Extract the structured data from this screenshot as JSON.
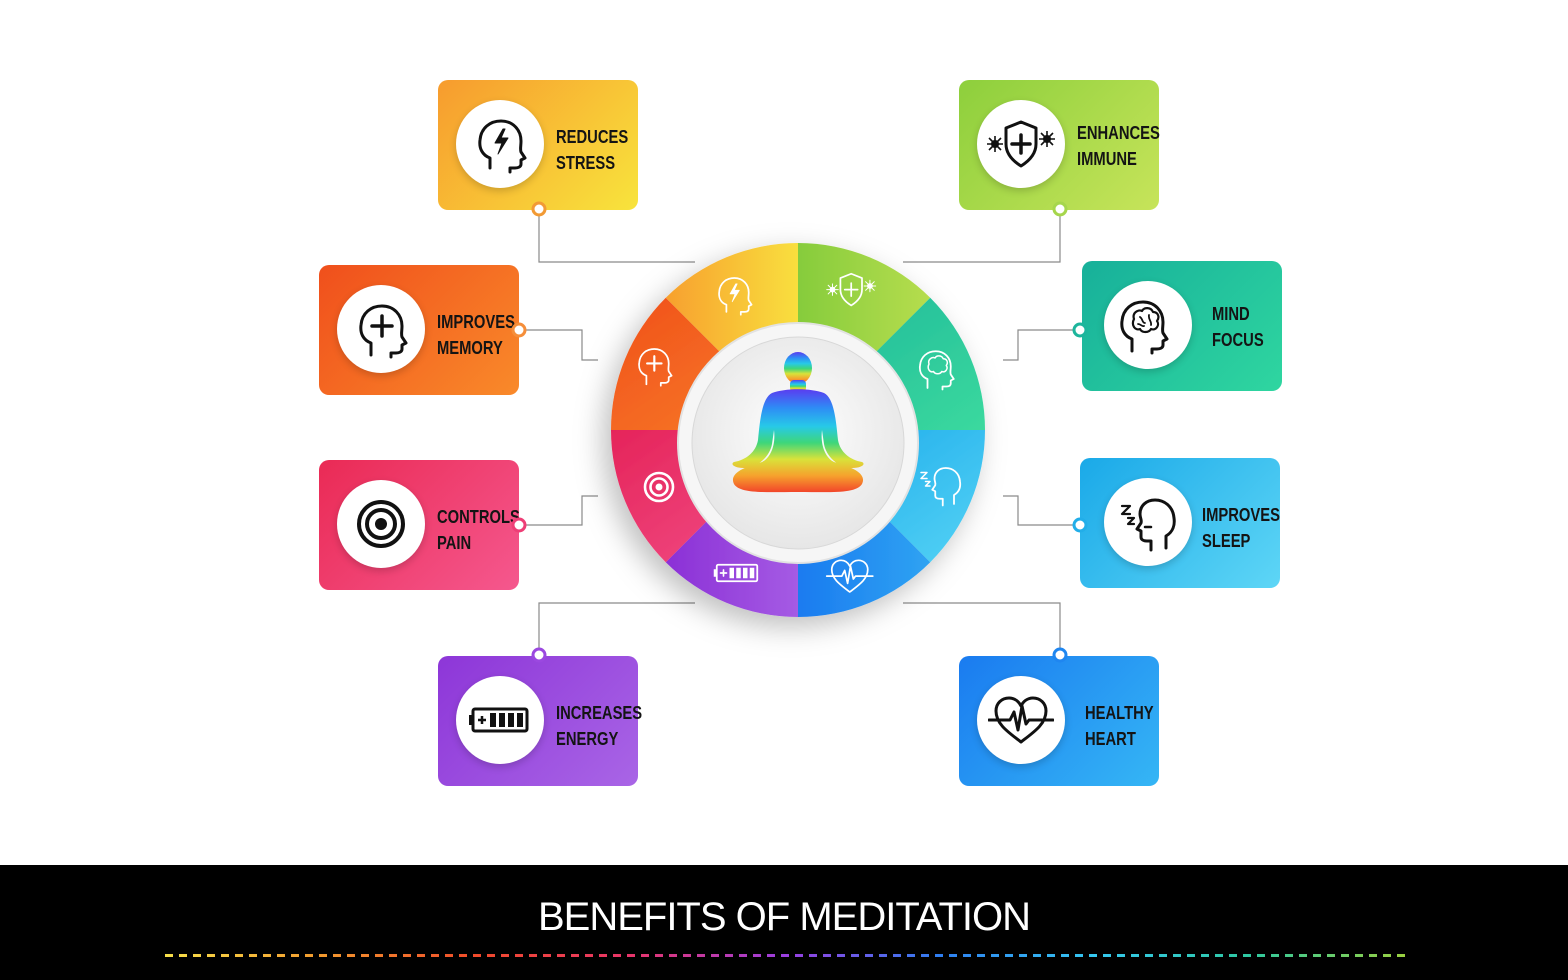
{
  "title": "BENEFITS OF MEDITATION",
  "benefits": [
    {
      "id": "reduces-stress",
      "line1": "REDUCES",
      "line2": "STRESS",
      "icon": "head-lightning-icon",
      "color_from": "#f79b2e",
      "color_to": "#f8e43c"
    },
    {
      "id": "improves-memory",
      "line1": "IMPROVES",
      "line2": "MEMORY",
      "icon": "head-plus-icon",
      "color_from": "#f04f1c",
      "color_to": "#f98a2a"
    },
    {
      "id": "controls-pain",
      "line1": "CONTROLS",
      "line2": "PAIN",
      "icon": "target-icon",
      "color_from": "#ea2a55",
      "color_to": "#f5588e"
    },
    {
      "id": "increases-energy",
      "line1": "INCREASES",
      "line2": "ENERGY",
      "icon": "battery-icon",
      "color_from": "#8d36d8",
      "color_to": "#a965e6"
    },
    {
      "id": "enhances-immune",
      "line1": "ENHANCES",
      "line2": "IMMUNE",
      "icon": "shield-virus-icon",
      "color_from": "#8dcf3c",
      "color_to": "#c7e45a"
    },
    {
      "id": "mind-focus",
      "line1": "MIND",
      "line2": "FOCUS",
      "icon": "head-brain-icon",
      "color_from": "#17b09a",
      "color_to": "#2fd6a0"
    },
    {
      "id": "improves-sleep",
      "line1": "IMPROVES",
      "line2": "SLEEP",
      "icon": "head-sleep-icon",
      "color_from": "#1aa9e8",
      "color_to": "#5ed6f6"
    },
    {
      "id": "healthy-heart",
      "line1": "HEALTHY",
      "line2": "HEART",
      "icon": "heartbeat-icon",
      "color_from": "#1a7bf0",
      "color_to": "#35b6f5"
    }
  ],
  "center_icon": "meditation-figure-icon"
}
